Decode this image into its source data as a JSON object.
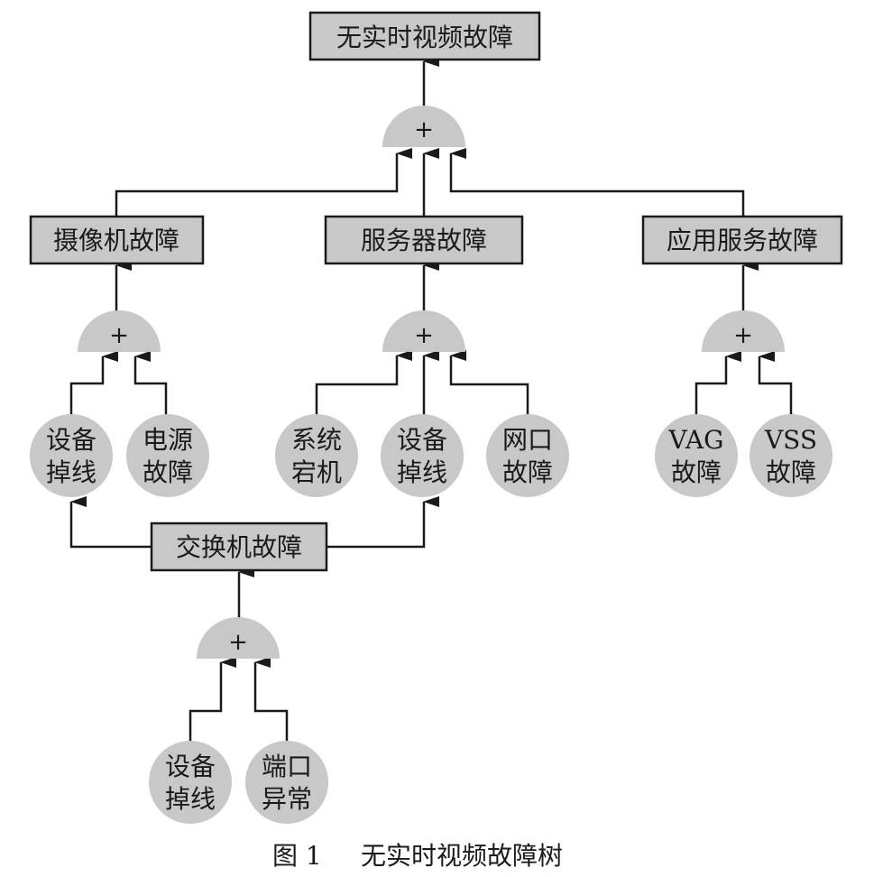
{
  "events": {
    "top": "无实时视频故障",
    "camera": "摄像机故障",
    "server": "服务器故障",
    "app_service": "应用服务故障",
    "switch": "交换机故障"
  },
  "basic_events": {
    "cam_offline": [
      "设备",
      "掉线"
    ],
    "power": [
      "电源",
      "故障"
    ],
    "sys_crash": [
      "系统",
      "宕机"
    ],
    "srv_offline": [
      "设备",
      "掉线"
    ],
    "nic": [
      "网口",
      "故障"
    ],
    "vag": [
      "VAG",
      "故障"
    ],
    "vss": [
      "VSS",
      "故障"
    ],
    "sw_offline": [
      "设备",
      "掉线"
    ],
    "port": [
      "端口",
      "异常"
    ]
  },
  "gate_symbol": "+",
  "caption": {
    "label": "图 1",
    "title": "无实时视频故障树"
  },
  "colors": {
    "node_fill": "#c8c8c9",
    "stroke": "#1a1a1a"
  }
}
